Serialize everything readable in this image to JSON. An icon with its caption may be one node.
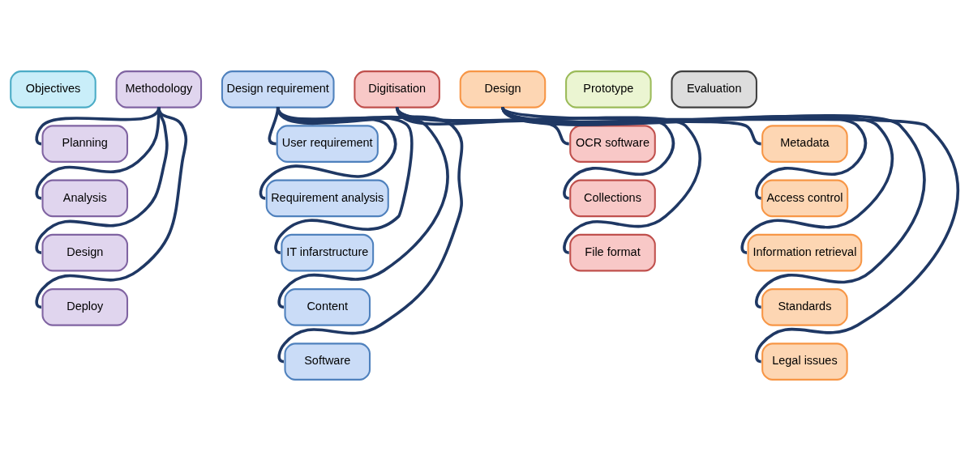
{
  "diagram": {
    "nodes": [
      {
        "text": [
          "Objectives"
        ]
      },
      {
        "text": [
          "Methodology"
        ]
      },
      {
        "text": [
          "Planning"
        ]
      },
      {
        "text": [
          "Analysis"
        ]
      },
      {
        "text": [
          "Design"
        ]
      },
      {
        "text": [
          "Deploy"
        ]
      },
      {
        "text": [
          "Design requirement"
        ]
      },
      {
        "text": [
          "User requirement"
        ]
      },
      {
        "text": [
          "Requirement analysis"
        ]
      },
      {
        "text": [
          "IT infarstructure"
        ]
      },
      {
        "text": [
          "Content"
        ]
      },
      {
        "text": [
          "Software"
        ]
      },
      {
        "text": [
          "Digitisation"
        ]
      },
      {
        "text": [
          "OCR software"
        ]
      },
      {
        "text": [
          "Collections"
        ]
      },
      {
        "text": [
          "File format"
        ]
      },
      {
        "text": [
          "Design"
        ]
      },
      {
        "text": [
          "Metadata"
        ]
      },
      {
        "text": [
          "Access control"
        ]
      },
      {
        "text": [
          "Information retrieval"
        ]
      },
      {
        "text": [
          "Standards"
        ]
      },
      {
        "text": [
          "Legal issues"
        ]
      },
      {
        "text": [
          "Prototype"
        ]
      },
      {
        "text": [
          "Evaluation"
        ]
      }
    ],
    "edges": [
      {
        "from": 1,
        "to": 2,
        "arrow": "none"
      },
      {
        "from": 1,
        "to": 3,
        "arrow": "none"
      },
      {
        "from": 1,
        "to": 4,
        "arrow": "none"
      },
      {
        "from": 1,
        "to": 5,
        "arrow": "none"
      },
      {
        "from": 6,
        "to": 7,
        "arrow": "none"
      },
      {
        "from": 6,
        "to": 8,
        "arrow": "none"
      },
      {
        "from": 6,
        "to": 9,
        "arrow": "none"
      },
      {
        "from": 6,
        "to": 10,
        "arrow": "none"
      },
      {
        "from": 6,
        "to": 11,
        "arrow": "none"
      },
      {
        "from": 12,
        "to": 13,
        "arrow": "none"
      },
      {
        "from": 12,
        "to": 14,
        "arrow": "none"
      },
      {
        "from": 12,
        "to": 15,
        "arrow": "none"
      },
      {
        "from": 16,
        "to": 17,
        "arrow": "none"
      },
      {
        "from": 16,
        "to": 18,
        "arrow": "none"
      },
      {
        "from": 16,
        "to": 19,
        "arrow": "none"
      },
      {
        "from": 16,
        "to": 20,
        "arrow": "none"
      },
      {
        "from": 16,
        "to": 21,
        "arrow": "none"
      }
    ]
  }
}
